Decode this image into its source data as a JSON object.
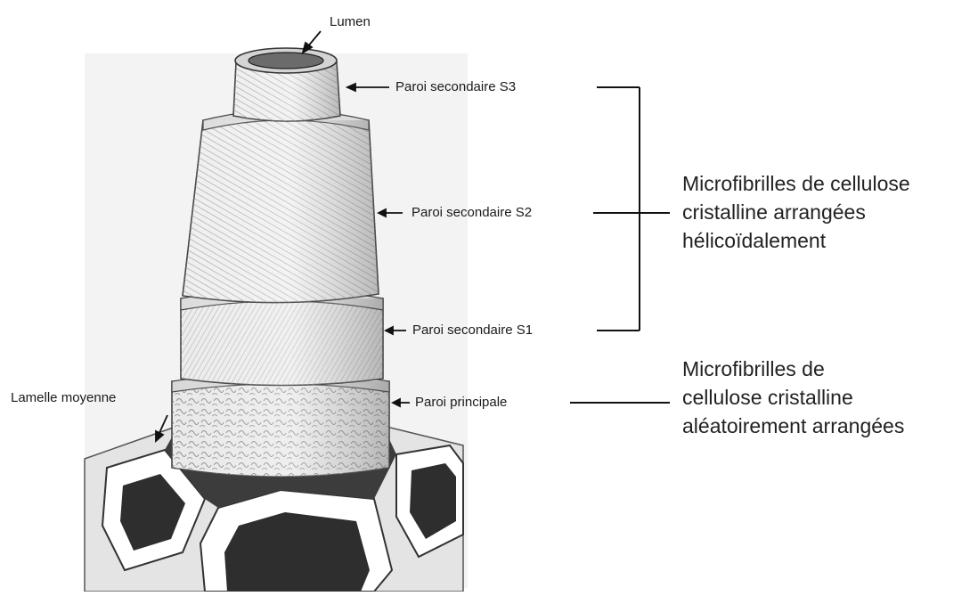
{
  "labels": {
    "lumen": "Lumen",
    "s3": "Paroi secondaire S3",
    "s2": "Paroi secondaire S2",
    "s1": "Paroi secondaire S1",
    "primary": "Paroi principale",
    "middle_lamella": "Lamelle moyenne"
  },
  "groups": {
    "secondary_note": [
      "Microfibrilles de cellulose",
      "cristalline arrangées",
      "hélicoïdalement"
    ],
    "primary_note": [
      "Microfibrilles de",
      "cellulose cristalline",
      "aléatoirement arrangées"
    ]
  }
}
